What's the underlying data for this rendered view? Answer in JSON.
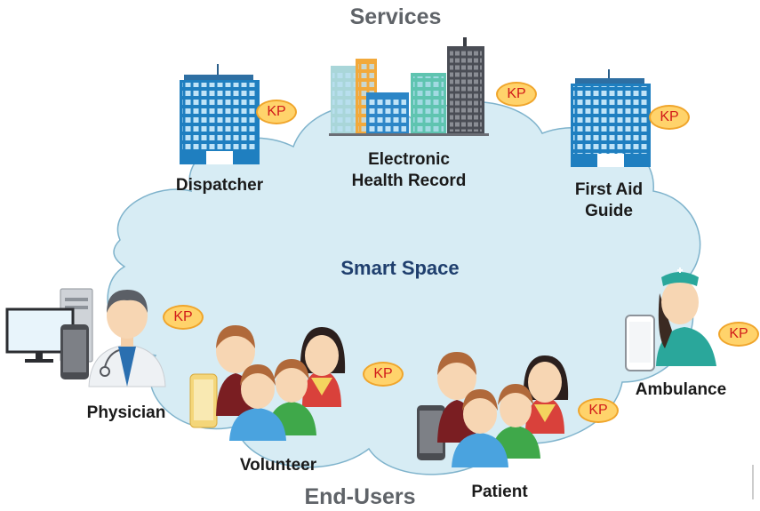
{
  "title_top": "Services",
  "title_bottom": "End-Users",
  "cloud_label": "Smart Space",
  "kp_label": "KP",
  "services": {
    "dispatcher": "Dispatcher",
    "ehr_line1": "Electronic",
    "ehr_line2": "Health Record",
    "firstaid_line1": "First Aid",
    "firstaid_line2": "Guide"
  },
  "users": {
    "physician": "Physician",
    "volunteer": "Volunteer",
    "patient": "Patient",
    "ambulance": "Ambulance"
  },
  "colors": {
    "cloud_fill": "#d7ecf4",
    "cloud_stroke": "#7fb3cc",
    "building_blue": "#1f7fc0",
    "kp_fill": "#ffd36b",
    "kp_stroke": "#f0a52b",
    "kp_text": "#d11a1a"
  }
}
